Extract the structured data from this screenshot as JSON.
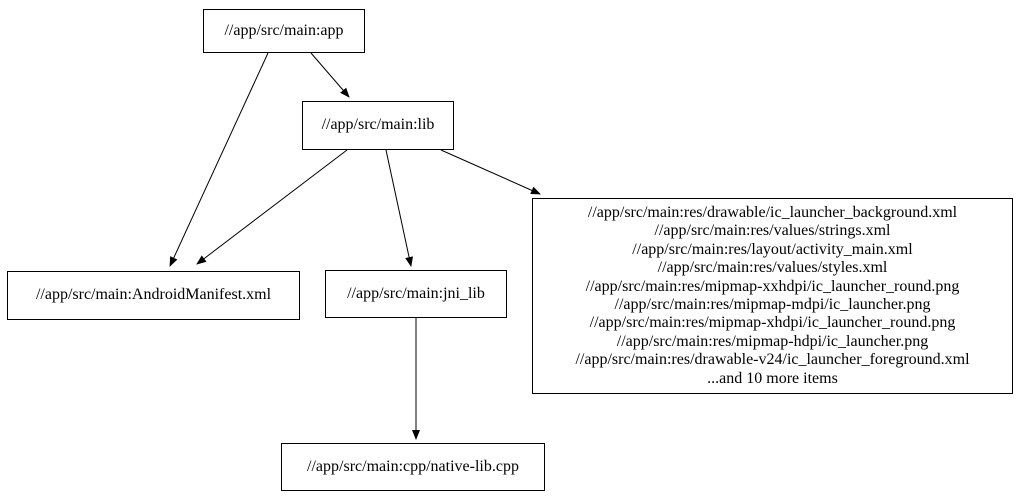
{
  "diagram": {
    "type": "dependency-graph",
    "background_color": "#ffffff",
    "node_border_color": "#000000",
    "node_fill_color": "#ffffff",
    "edge_color": "#000000",
    "text_color": "#000000",
    "nodes": {
      "app": {
        "label": "//app/src/main:app"
      },
      "lib": {
        "label": "//app/src/main:lib"
      },
      "manifest": {
        "label": "//app/src/main:AndroidManifest.xml"
      },
      "jni_lib": {
        "label": "//app/src/main:jni_lib"
      },
      "native_lib": {
        "label": "//app/src/main:cpp/native-lib.cpp"
      },
      "res_group": {
        "lines": [
          "//app/src/main:res/drawable/ic_launcher_background.xml",
          "//app/src/main:res/values/strings.xml",
          "//app/src/main:res/layout/activity_main.xml",
          "//app/src/main:res/values/styles.xml",
          "//app/src/main:res/mipmap-xxhdpi/ic_launcher_round.png",
          "//app/src/main:res/mipmap-mdpi/ic_launcher.png",
          "//app/src/main:res/mipmap-xhdpi/ic_launcher_round.png",
          "//app/src/main:res/mipmap-hdpi/ic_launcher.png",
          "//app/src/main:res/drawable-v24/ic_launcher_foreground.xml",
          "...and 10 more items"
        ]
      }
    },
    "edges": [
      {
        "from": "app",
        "to": "lib"
      },
      {
        "from": "app",
        "to": "manifest"
      },
      {
        "from": "lib",
        "to": "manifest"
      },
      {
        "from": "lib",
        "to": "jni_lib"
      },
      {
        "from": "lib",
        "to": "res_group"
      },
      {
        "from": "jni_lib",
        "to": "native_lib"
      }
    ]
  }
}
